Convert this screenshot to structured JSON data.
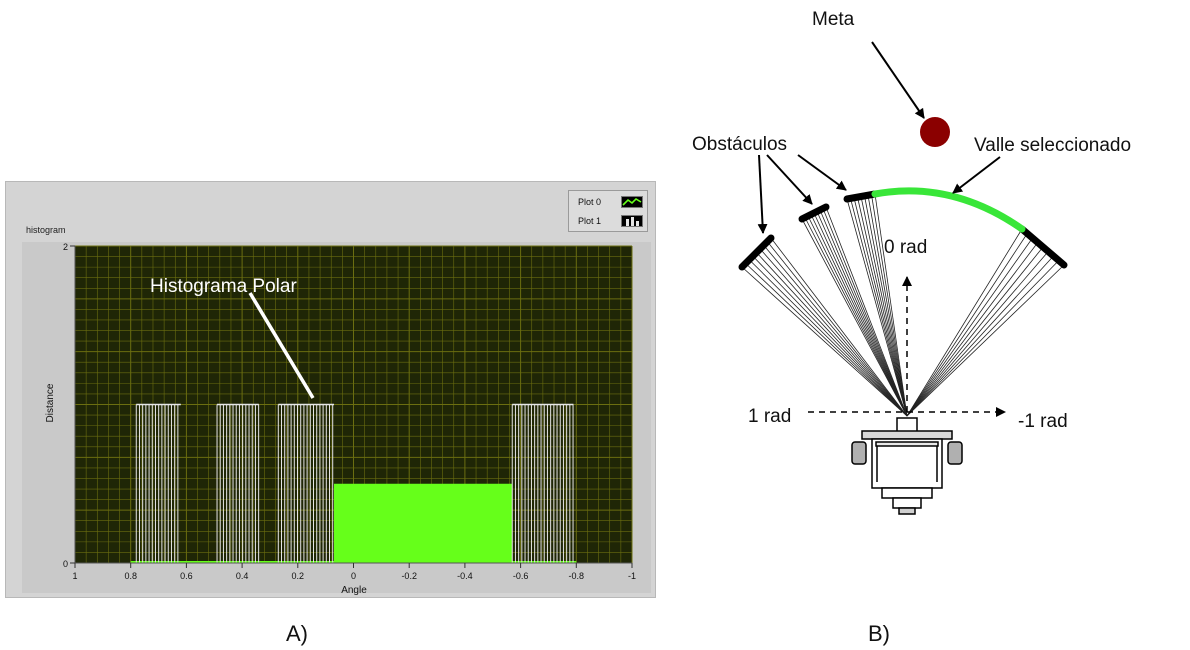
{
  "panel_a": {
    "caption": "A)",
    "panel_title": "histogram",
    "legend": [
      {
        "label": "Plot 0",
        "icon": "green-line-icon"
      },
      {
        "label": "Plot 1",
        "icon": "white-bars-icon"
      }
    ],
    "annotation": "Histograma Polar",
    "colors": {
      "plot_bg": "#1f2606",
      "grid": "#6b6e10",
      "plot0": "#66ff1a",
      "plot1": "#e6e6e6"
    }
  },
  "panel_b": {
    "caption": "B)",
    "labels": {
      "goal": "Meta",
      "obstacles": "Obstáculos",
      "valley": "Valle seleccionado",
      "zero": "0 rad",
      "left": "1 rad",
      "right": "-1 rad"
    },
    "colors": {
      "goal": "#8b0000",
      "valley": "#39e639"
    }
  },
  "chart_data": {
    "type": "bar",
    "xlabel": "Angle",
    "ylabel": "Distance",
    "xlim": [
      1,
      -1
    ],
    "ylim": [
      0,
      2
    ],
    "x_ticks": [
      "1",
      "0.8",
      "0.6",
      "0.4",
      "0.2",
      "0",
      "-0.2",
      "-0.4",
      "-0.6",
      "-0.8",
      "-1"
    ],
    "y_ticks": [
      "0",
      "2"
    ],
    "grid": true,
    "legend_position": "top-right",
    "series": [
      {
        "name": "Plot 0",
        "segments": [
          {
            "x0": 0.07,
            "x1": -0.57,
            "value": 0.5
          }
        ]
      },
      {
        "name": "Plot 1",
        "segments": [
          {
            "x0": 0.78,
            "x1": 0.62,
            "value": 1.0
          },
          {
            "x0": 0.49,
            "x1": 0.34,
            "value": 1.0
          },
          {
            "x0": 0.27,
            "x1": 0.07,
            "value": 1.0
          },
          {
            "x0": -0.57,
            "x1": -0.79,
            "value": 1.0
          }
        ]
      }
    ]
  }
}
